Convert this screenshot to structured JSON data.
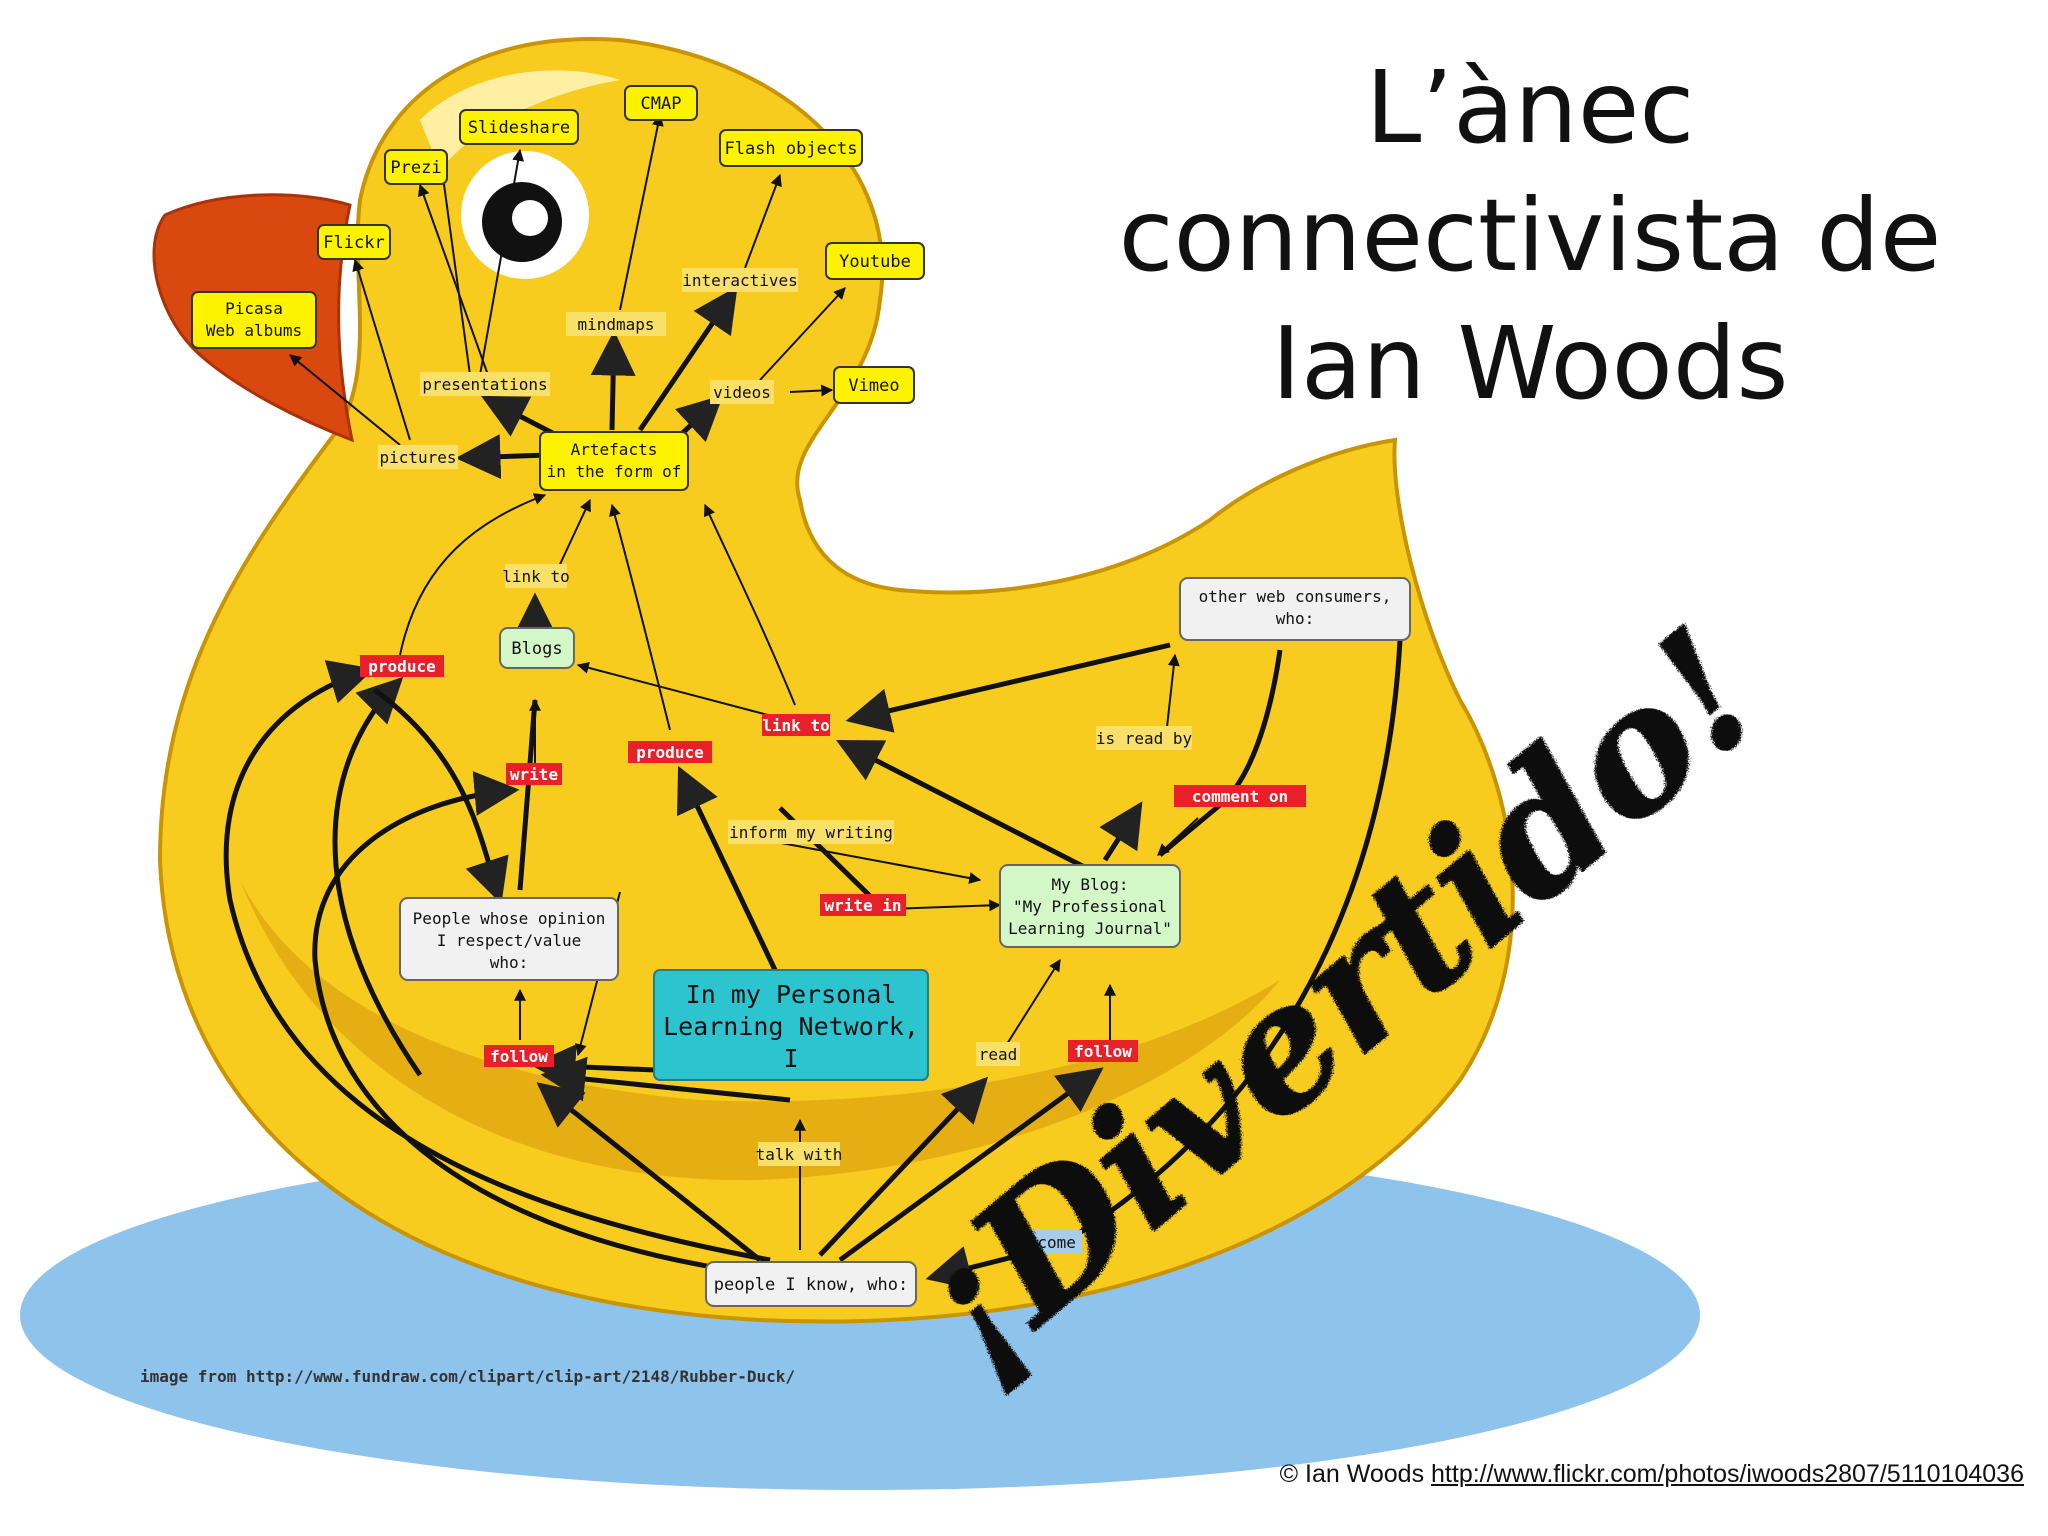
{
  "title_lines": [
    "L’ànec",
    "connectivista de",
    "Ian Woods"
  ],
  "credit": {
    "text": "© Ian Woods",
    "link": "http://www.flickr.com/photos/iwoods2807/5110104036"
  },
  "image_source": "image from http://www.fundraw.com/clipart/clip-art/2148/Rubber-Duck/",
  "stamp": "¡Divertido!",
  "colors": {
    "duck_body": "#f7cc1f",
    "duck_shadow": "#d9a20a",
    "beak": "#d9480f",
    "water": "#8ec3ec",
    "yellow_node": "#fdf200",
    "green_node": "#d4f7c8",
    "gray_node": "#f1f1f1",
    "center_node": "#2cc4cf",
    "red_label": "#e8202a"
  },
  "nodes": {
    "slideshare": "Slideshare",
    "cmap": "CMAP",
    "prezi": "Prezi",
    "flash": "Flash objects",
    "flickr": "Flickr",
    "picasa_1": "Picasa",
    "picasa_2": "Web albums",
    "youtube": "Youtube",
    "vimeo": "Vimeo",
    "artefacts_1": "Artefacts",
    "artefacts_2": "in the form of",
    "blogs": "Blogs",
    "other_web_1": "other web consumers,",
    "other_web_2": "who:",
    "people_opinion_1": "People whose opinion",
    "people_opinion_2": "I respect/value",
    "people_opinion_3": "who:",
    "center_1": "In my Personal",
    "center_2": "Learning Network,",
    "center_3": "I",
    "myblog_1": "My Blog:",
    "myblog_2": "\"My Professional",
    "myblog_3": "Learning Journal\"",
    "people_know": "people I know, who:"
  },
  "labels": {
    "interactives": "interactives",
    "mindmaps": "mindmaps",
    "presentations": "presentations",
    "videos": "videos",
    "pictures": "pictures",
    "link_to_plain": "link to",
    "is_read_by": "is read by",
    "inform_my_writing": "inform my writing",
    "read": "read",
    "talk_with": "talk with",
    "become": "become"
  },
  "red_labels": {
    "produce_left": "produce",
    "link_to": "link to",
    "write": "write",
    "produce_mid": "produce",
    "comment_on": "comment on",
    "write_in": "write in",
    "follow_left": "follow",
    "follow_right": "follow"
  }
}
